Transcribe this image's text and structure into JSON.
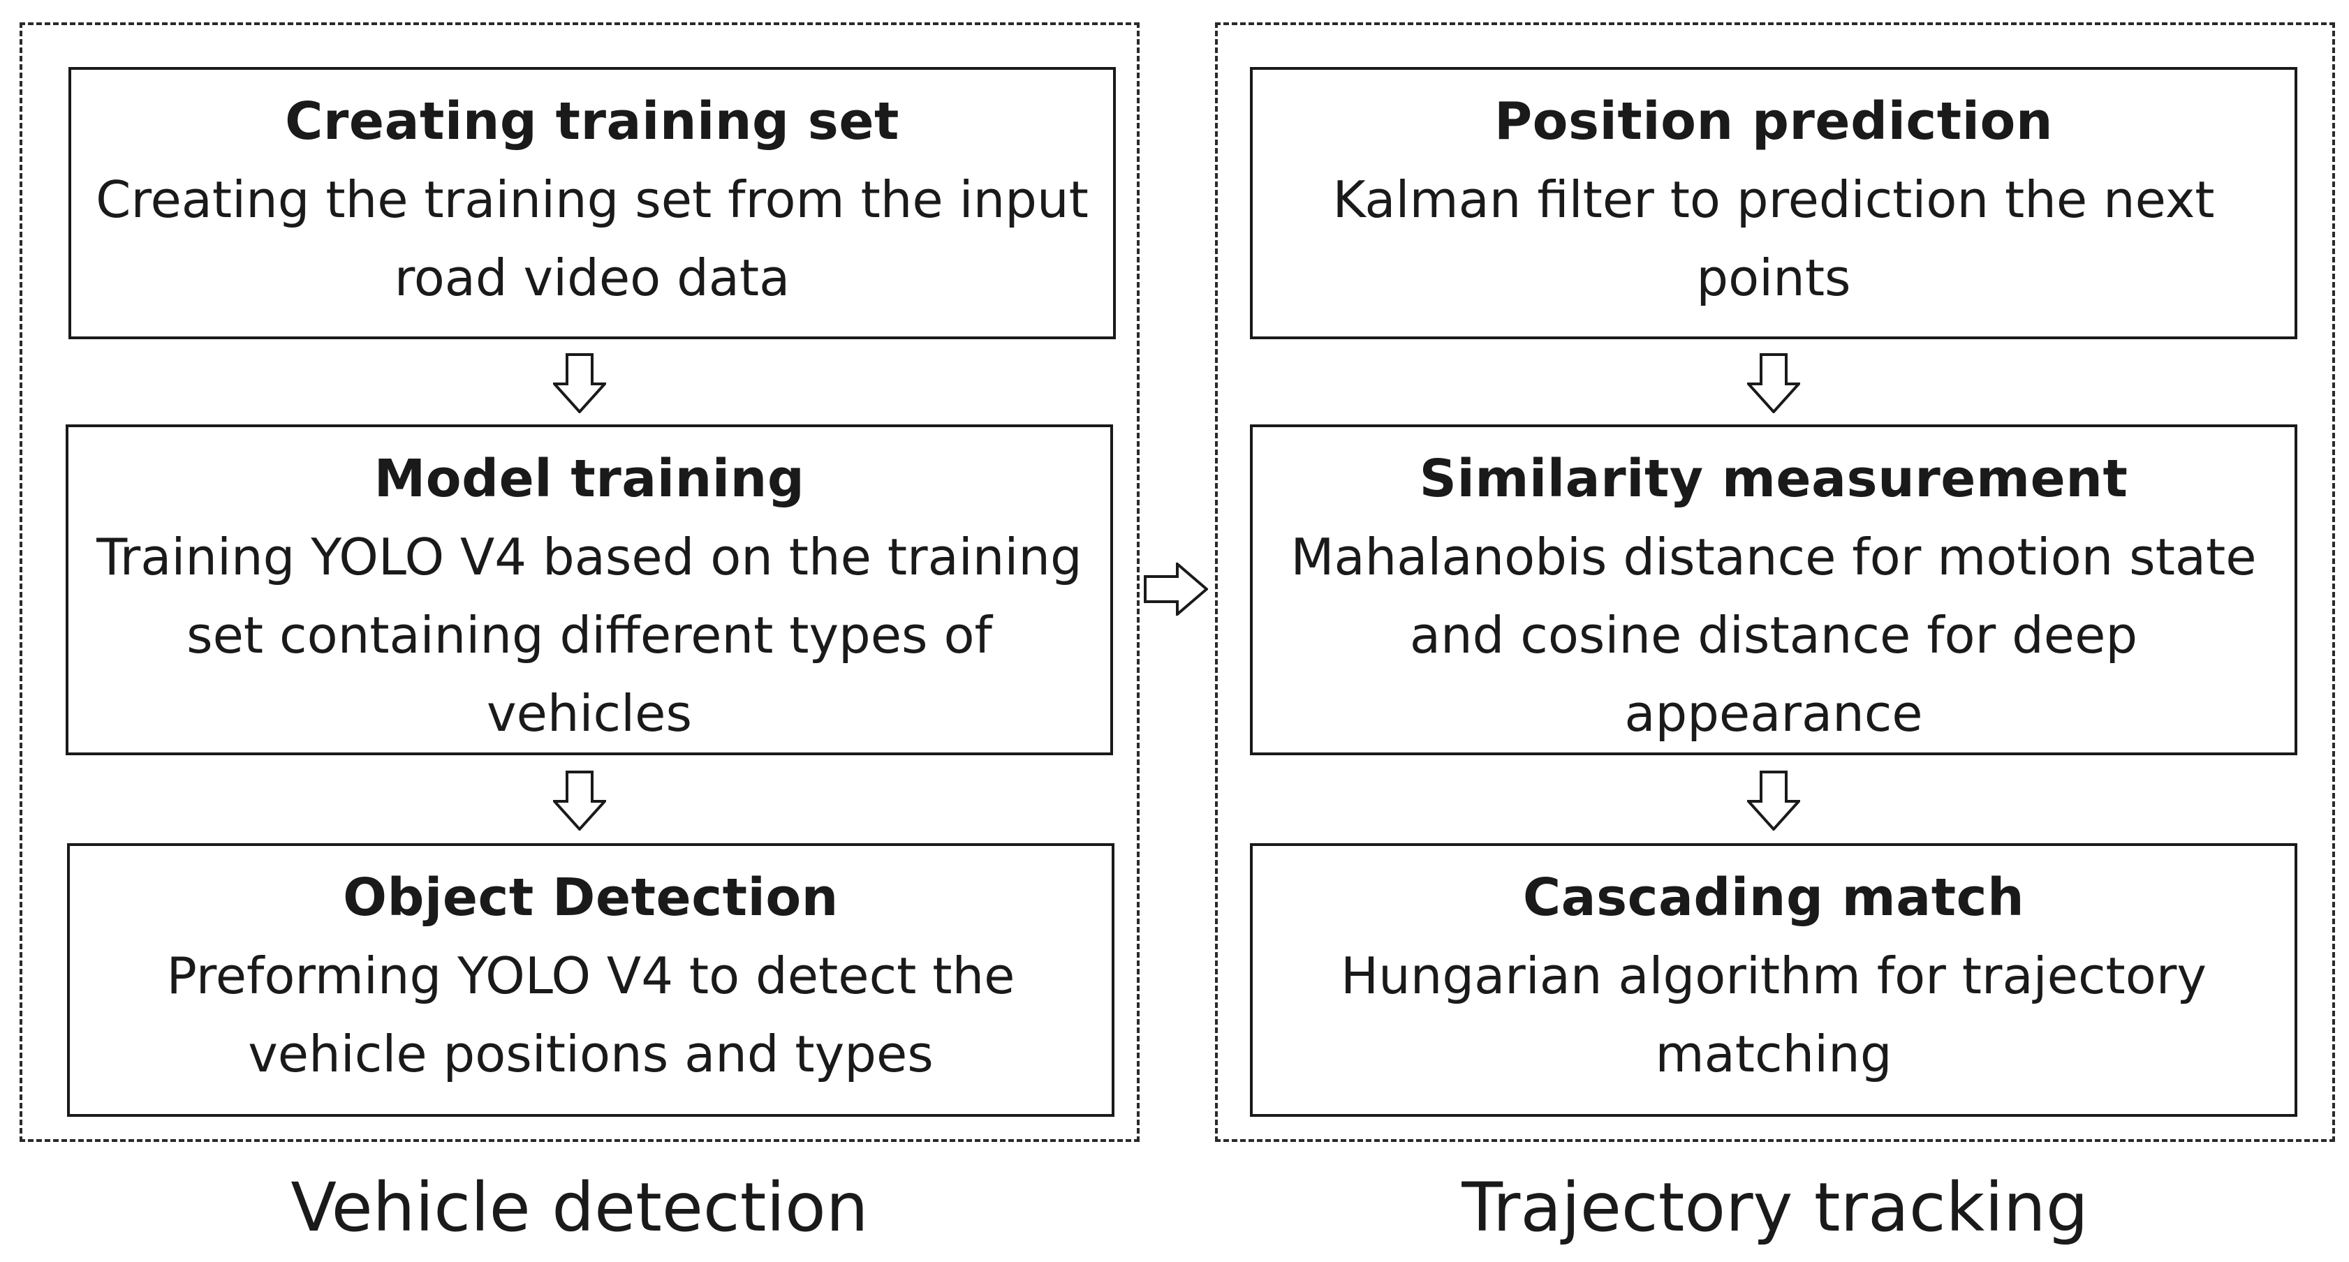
{
  "left_panel": {
    "label": "Vehicle detection",
    "steps": [
      {
        "title": "Creating training set",
        "desc": "Creating the training set from the input road video data"
      },
      {
        "title": "Model training",
        "desc": "Training YOLO V4 based on the training set containing different types of vehicles"
      },
      {
        "title": "Object Detection",
        "desc": "Preforming YOLO V4 to detect the vehicle positions and types"
      }
    ]
  },
  "right_panel": {
    "label": "Trajectory tracking",
    "steps": [
      {
        "title": "Position prediction",
        "desc": "Kalman filter to prediction the next points"
      },
      {
        "title": "Similarity measurement",
        "desc": "Mahalanobis distance for motion state and cosine distance for deep appearance"
      },
      {
        "title": "Cascading match",
        "desc": "Hungarian algorithm for trajectory matching"
      }
    ]
  },
  "colors": {
    "stroke": "#1a1a1a",
    "background": "#ffffff"
  },
  "icons": {
    "down_arrow": "hollow-down-arrow-icon",
    "right_arrow": "hollow-right-arrow-icon"
  }
}
